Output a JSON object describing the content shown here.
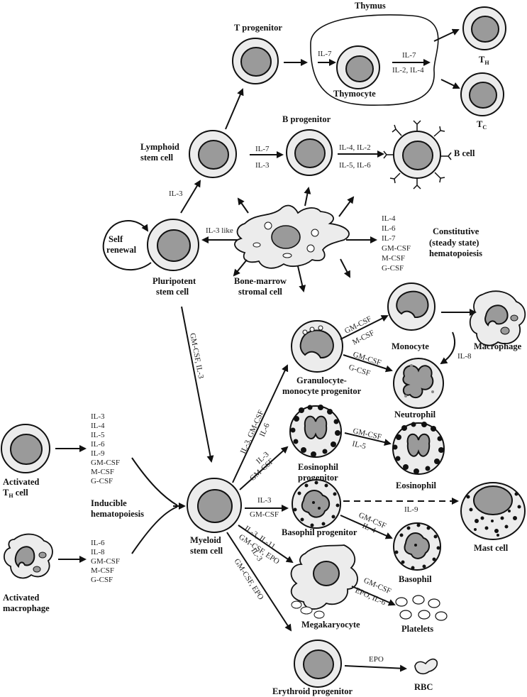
{
  "cells": {
    "pluripotent": "Pluripotent stem cell",
    "self_renewal": "Self renewal",
    "lymphoid": "Lymphoid stem cell",
    "t_progenitor": "T progenitor",
    "thymus": "Thymus",
    "thymocyte": "Thymocyte",
    "th": "TH",
    "tc": "TC",
    "b_progenitor": "B progenitor",
    "b_cell": "B cell",
    "stromal": "Bone-marrow stromal cell",
    "constitutive": "Constitutive (steady state) hematopoiesis",
    "myeloid": "Myeloid stem cell",
    "gm_progenitor": "Granulocyte-monocyte progenitor",
    "monocyte": "Monocyte",
    "macrophage": "Macrophage",
    "neutrophil": "Neutrophil",
    "eos_progenitor": "Eosinophil progenitor",
    "eosinophil": "Eosinophil",
    "baso_progenitor": "Basophil progenitor",
    "basophil": "Basophil",
    "mast_cell": "Mast cell",
    "megakaryocyte": "Megakaryocyte",
    "platelets": "Platelets",
    "erythroid": "Erythroid progenitor",
    "rbc": "RBC",
    "activated_th": "Activated TH cell",
    "activated_macrophage": "Activated macrophage",
    "inducible": "Inducible hematopoiesis"
  },
  "factors": {
    "il3": "IL-3",
    "il7": "IL-7",
    "il7_il3": [
      "IL-7",
      "IL-3"
    ],
    "thymus_in": "IL-7",
    "thymus_mid": [
      "IL-7",
      "IL-2, IL-4"
    ],
    "b_cell": [
      "IL-4, IL-2",
      "IL-5, IL-6"
    ],
    "il3_like": "IL-3 like",
    "stromal_list": [
      "IL-4",
      "IL-6",
      "IL-7",
      "GM-CSF",
      "M-CSF",
      "G-CSF"
    ],
    "gm_il3": "GM-CSF, IL-3",
    "to_gm": "IL-3, GM-CSF",
    "to_gm2": "IL-6",
    "to_mono": [
      "GM-CSF",
      "M-CSF"
    ],
    "to_neut": [
      "GM-CSF",
      "G-CSF"
    ],
    "il8": "IL-8",
    "to_eos_prog": [
      "IL-3",
      "GM-CSF"
    ],
    "to_eos": [
      "GM-CSF",
      "IL-5"
    ],
    "to_baso_prog": [
      "IL-3",
      "GM-CSF"
    ],
    "il9": "IL-9",
    "to_baso": [
      "GM-CSF",
      "IL-4"
    ],
    "to_mega": [
      "IL-3, IL-11",
      "GM-CSF, EPO"
    ],
    "to_platelets": [
      "GM-CSF",
      "EPO, IL-6"
    ],
    "to_ery": [
      "IL-3",
      "GM-CSF, EPO"
    ],
    "epo": "EPO",
    "th_list": [
      "IL-3",
      "IL-4",
      "IL-5",
      "IL-6",
      "IL-9",
      "GM-CSF",
      "M-CSF",
      "G-CSF"
    ],
    "mac_list": [
      "IL-6",
      "IL-8",
      "GM-CSF",
      "M-CSF",
      "G-CSF"
    ]
  }
}
